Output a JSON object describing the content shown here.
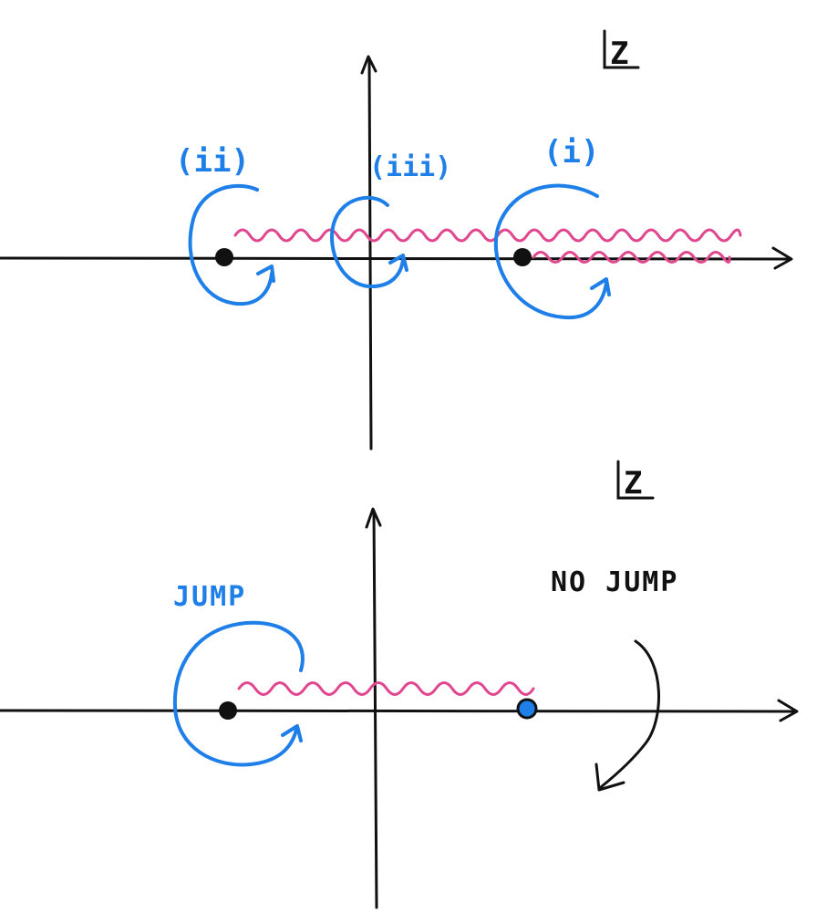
{
  "colors": {
    "ink": "#111111",
    "blue": "#1f7fe8",
    "pink": "#e0478f",
    "background": "#ffffff"
  },
  "top_diagram": {
    "plane_label": "Z",
    "contour_labels": {
      "i": "(i)",
      "ii": "(ii)",
      "iii": "(iii)"
    }
  },
  "bottom_diagram": {
    "plane_label": "Z",
    "jump_label": "JUMP",
    "no_jump_label": "NO JUMP"
  }
}
